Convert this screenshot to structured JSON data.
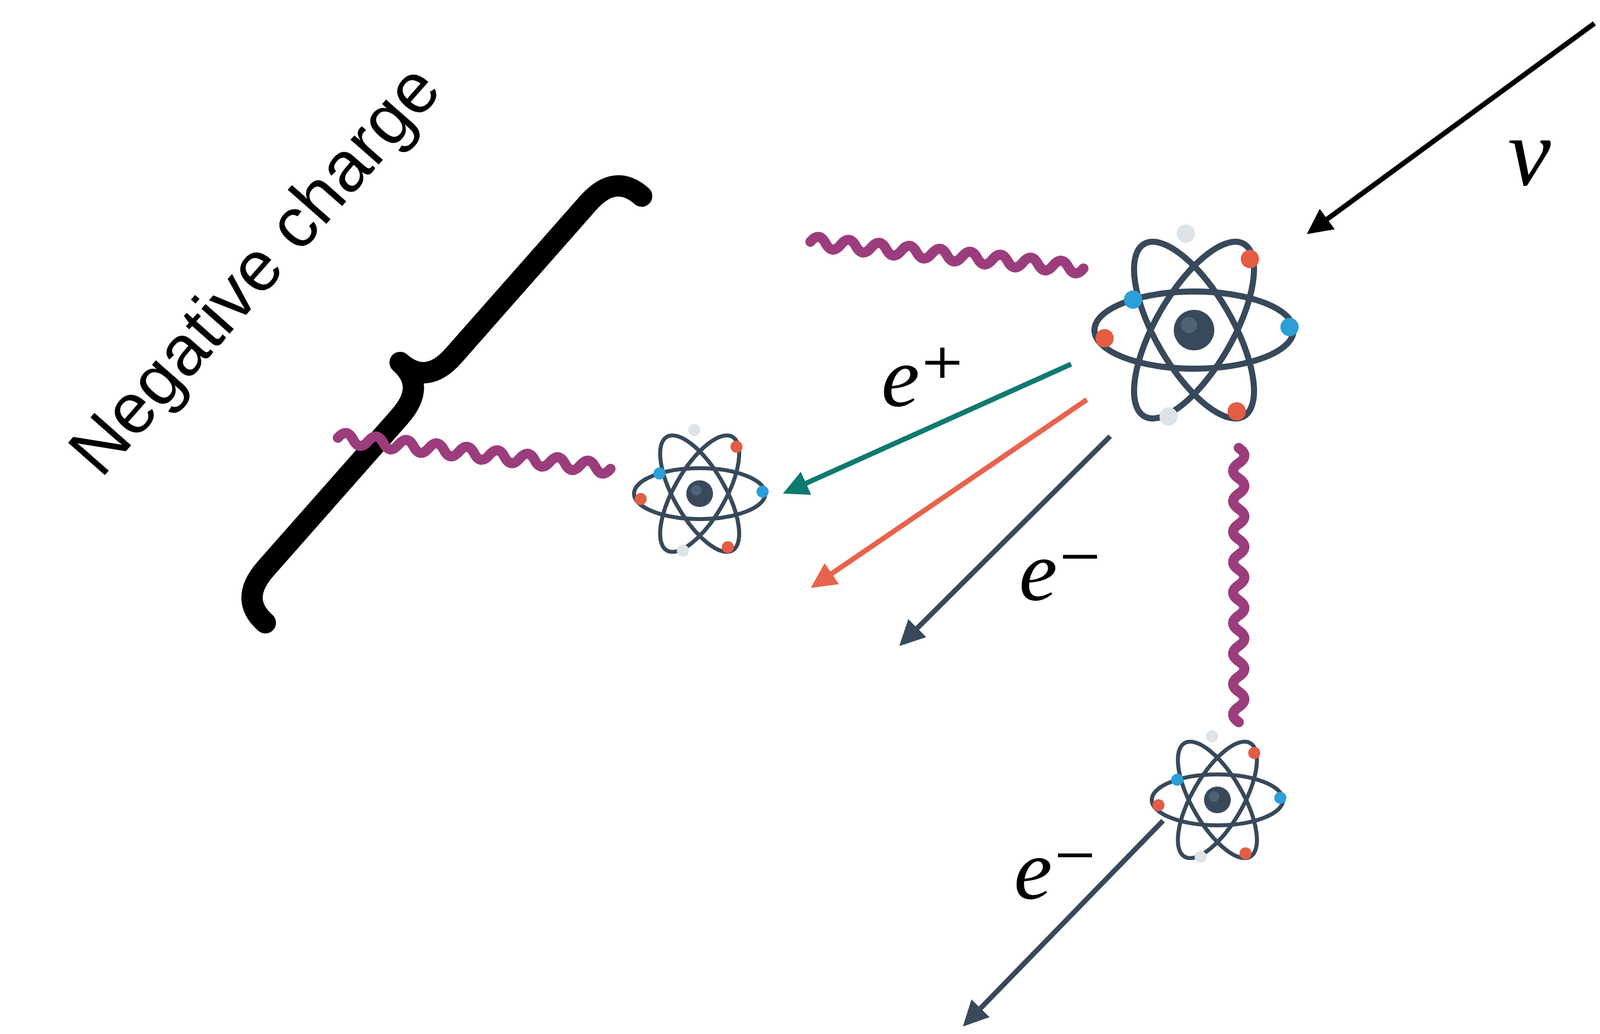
{
  "diagram": {
    "labels": [
      "Negative charge",
      "e⁺",
      "e⁻",
      "e⁻",
      "ν"
    ]
  }
}
